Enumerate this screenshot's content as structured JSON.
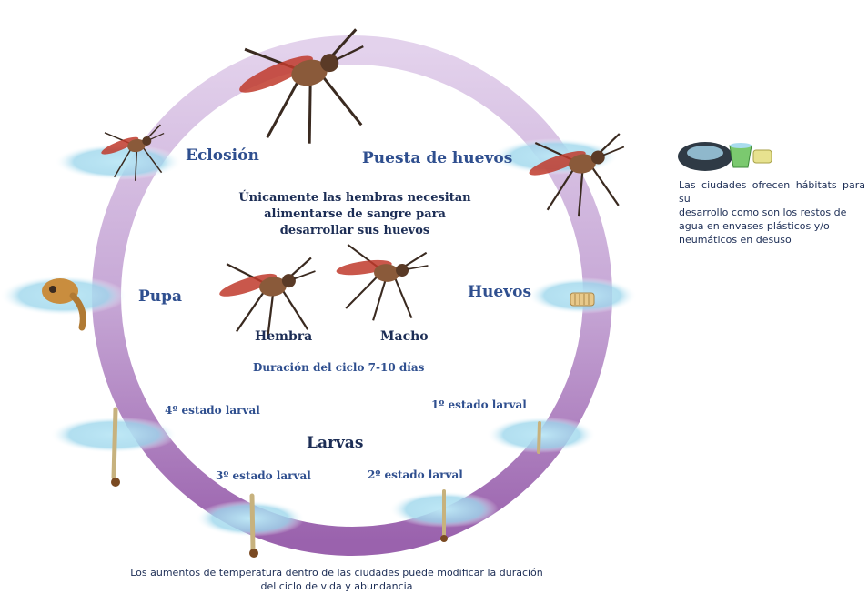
{
  "stages": {
    "eclosion": "Eclosión",
    "puesta": "Puesta de huevos",
    "huevos": "Huevos",
    "pupa": "Pupa",
    "larvas": "Larvas",
    "larval1": "1º estado larval",
    "larval2": "2º estado larval",
    "larval3": "3º estado larval",
    "larval4": "4º estado larval"
  },
  "center": {
    "line1": "Únicamente las hembras necesitan",
    "line2": "alimentarse de sangre para",
    "line3": "desarrollar sus huevos",
    "female": "Hembra",
    "male": "Macho",
    "duration": "Duración del ciclo 7-10 días"
  },
  "notes": {
    "habitat": [
      "Las ciudades ofrecen hábitats para su",
      "desarrollo como son los restos de",
      "agua en envases plásticos y/o",
      "neumáticos en desuso"
    ],
    "temperature": [
      "Los aumentos de temperatura dentro de las ciudades puede modificar la duración",
      "del ciclo de vida y abundancia"
    ]
  },
  "colors": {
    "ring_top": "#d9c4e6",
    "ring_bottom": "#a36cb4",
    "label": "#2f4f8f",
    "water": "#a9dcee"
  },
  "icons": [
    "mosquito-icon",
    "tire-icon",
    "bucket-icon",
    "egg-raft-icon",
    "pupa-icon",
    "larva-icon"
  ]
}
